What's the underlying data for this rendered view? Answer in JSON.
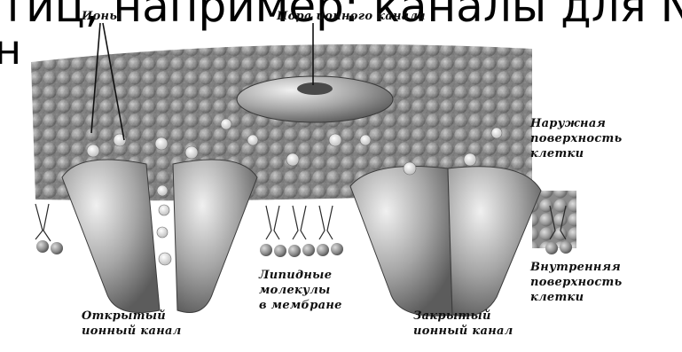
{
  "slide": {
    "top_text": "тиц, например: каналы для Na",
    "left_fragment": "н"
  },
  "labels": {
    "ions": "Ионы",
    "pore": "Пора ионного канала",
    "outer_surface": "Наружная\nповерхность\nклетки",
    "inner_surface": "Внутренняя\nповерхность\nклетки",
    "lipids": "Липидные\nмолекулы\nв мембране",
    "open_channel": "Открытый\nионный канал",
    "closed_channel": "Закрытый\nионный канал"
  },
  "colors": {
    "background": "#ffffff",
    "membrane": "#8c8c8c",
    "channel": "#a8a8a8",
    "ion": "#f2f2f2"
  }
}
